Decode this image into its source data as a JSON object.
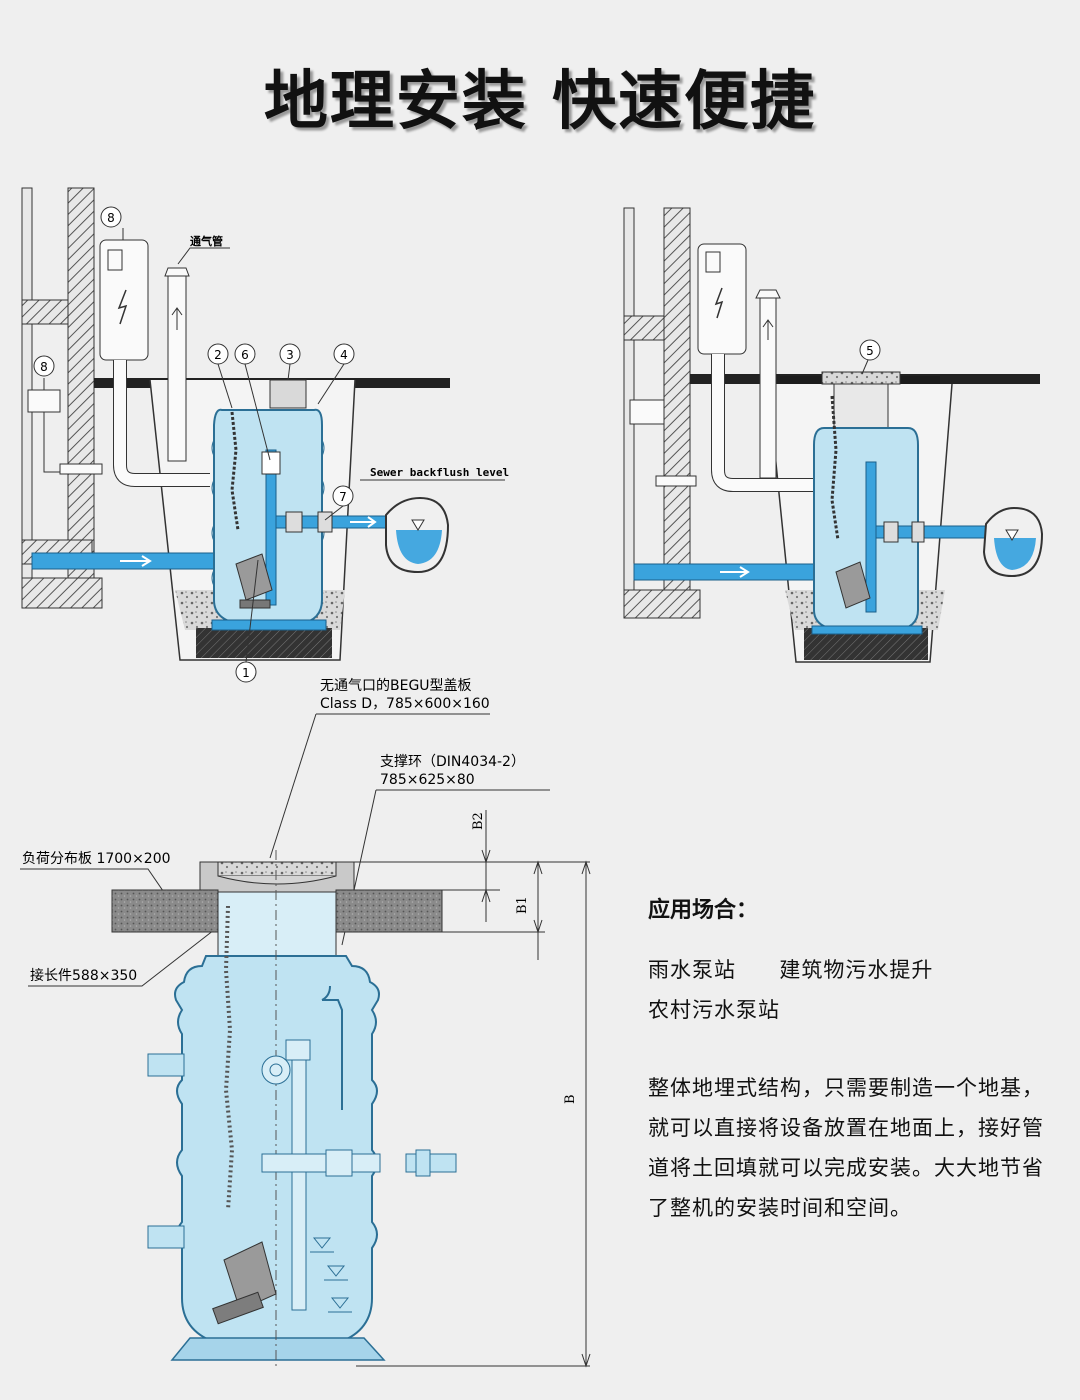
{
  "title": "地理安装 快速便捷",
  "diagram1": {
    "callouts": [
      "8",
      "8",
      "2",
      "6",
      "3",
      "4",
      "7",
      "1"
    ],
    "vent_label": "通气管",
    "backflush_label": "Sewer backflush level"
  },
  "diagram2": {
    "callouts": [
      "5"
    ]
  },
  "diagram3": {
    "cover_label_line1": "无通气口的BEGU型盖板",
    "cover_label_line2": "Class D，785×600×160",
    "ring_label_line1": "支撑环（DIN4034-2）",
    "ring_label_line2": "785×625×80",
    "slab_label": "负荷分布板 1700×200",
    "extension_label": "接长件588×350",
    "dim_b2": "B2",
    "dim_b1": "B1",
    "dim_b": "B"
  },
  "applications": {
    "heading": "应用场合：",
    "line1_a": "雨水泵站",
    "line1_b": "建筑物污水提升",
    "line2": "农村污水泵站"
  },
  "description": "整体地埋式结构，只需要制造一个地基，就可以直接将设备放置在地面上，接好管道将土回填就可以完成安装。大大地节省了整机的安装时间和空间。",
  "colors": {
    "tank_fill": "#bfe3f2",
    "pipe_blue": "#3aa3dd",
    "water_blue": "#45a8e0",
    "ground": "#2b2b2b"
  }
}
